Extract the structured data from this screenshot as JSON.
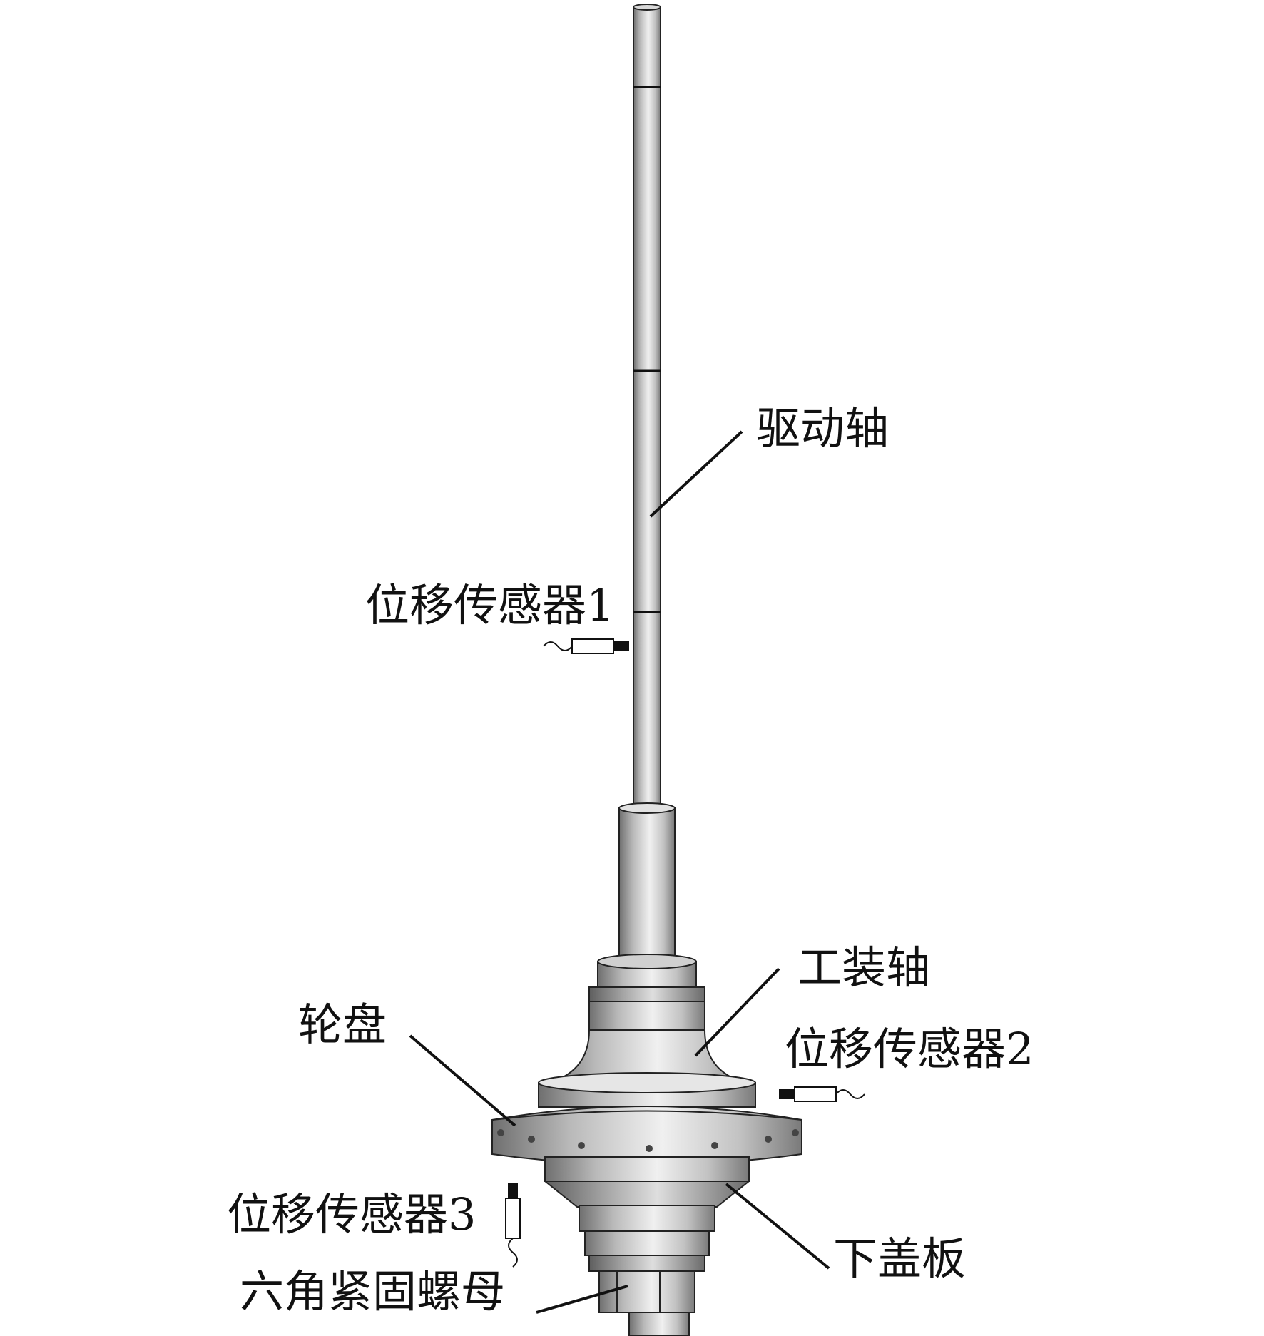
{
  "diagram": {
    "labels": {
      "drive_shaft": "驱动轴",
      "sensor_1": "位移传感器1",
      "fixture_shaft": "工装轴",
      "wheel_disk": "轮盘",
      "sensor_2": "位移传感器2",
      "sensor_3": "位移传感器3",
      "lower_cover": "下盖板",
      "hex_nut": "六角紧固螺母"
    },
    "colors": {
      "metal_light": "#eeeeee",
      "metal_mid": "#bdbdbd",
      "metal_dark": "#7a7a7a",
      "outline": "#222222",
      "leader": "#111111",
      "sensor_tip": "#111111",
      "bolt_hole": "#444444"
    }
  }
}
